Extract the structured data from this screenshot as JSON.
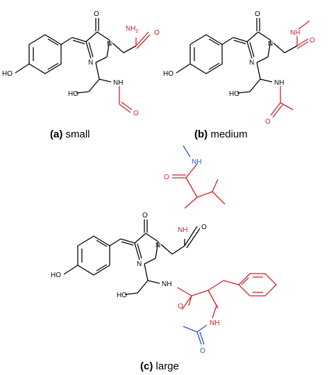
{
  "colors": {
    "core": "#000000",
    "extension": "#d11f2a",
    "cap": "#2a56c6"
  },
  "atoms": {
    "oxygen": "O",
    "hydroxyl": "HO",
    "ring_nitrogen": "N",
    "amide_nitrogen": "NH",
    "amine": "NH2",
    "amine_main": "NH",
    "amine_sub": "2"
  },
  "panels": [
    {
      "letter": "(a)",
      "name": "small"
    },
    {
      "letter": "(b)",
      "name": "medium"
    },
    {
      "letter": "(c)",
      "name": "large"
    }
  ]
}
